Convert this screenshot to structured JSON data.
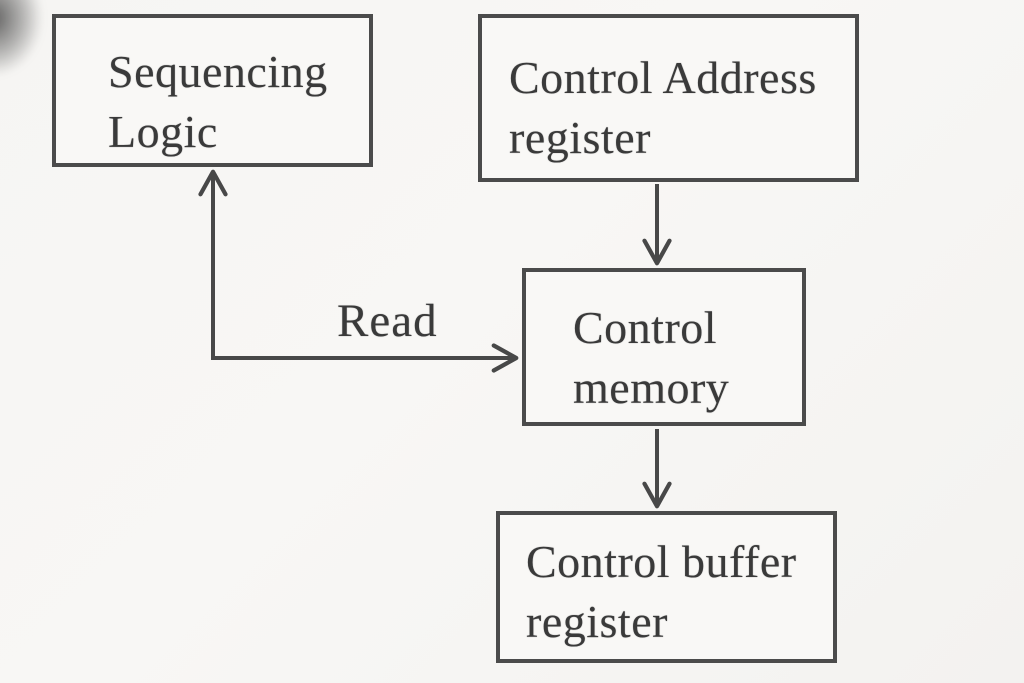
{
  "diagram": {
    "boxes": {
      "sequencing_logic": {
        "lines": [
          "Sequencing",
          "Logic"
        ]
      },
      "control_address_register": {
        "lines": [
          "Control Address",
          "register"
        ]
      },
      "control_memory": {
        "lines": [
          "Control",
          "memory"
        ]
      },
      "control_buffer_register": {
        "lines": [
          "Control buffer",
          "register"
        ]
      }
    },
    "edge_labels": {
      "read": "Read"
    },
    "colors": {
      "stroke": "#484848",
      "text": "#3a3a3a",
      "background": "#f6f5f3"
    },
    "connections": [
      "control_address_register -> control_memory",
      "control_memory -> control_buffer_register",
      "control_memory <- read -> sequencing_logic (elbow, double-headed)"
    ]
  }
}
